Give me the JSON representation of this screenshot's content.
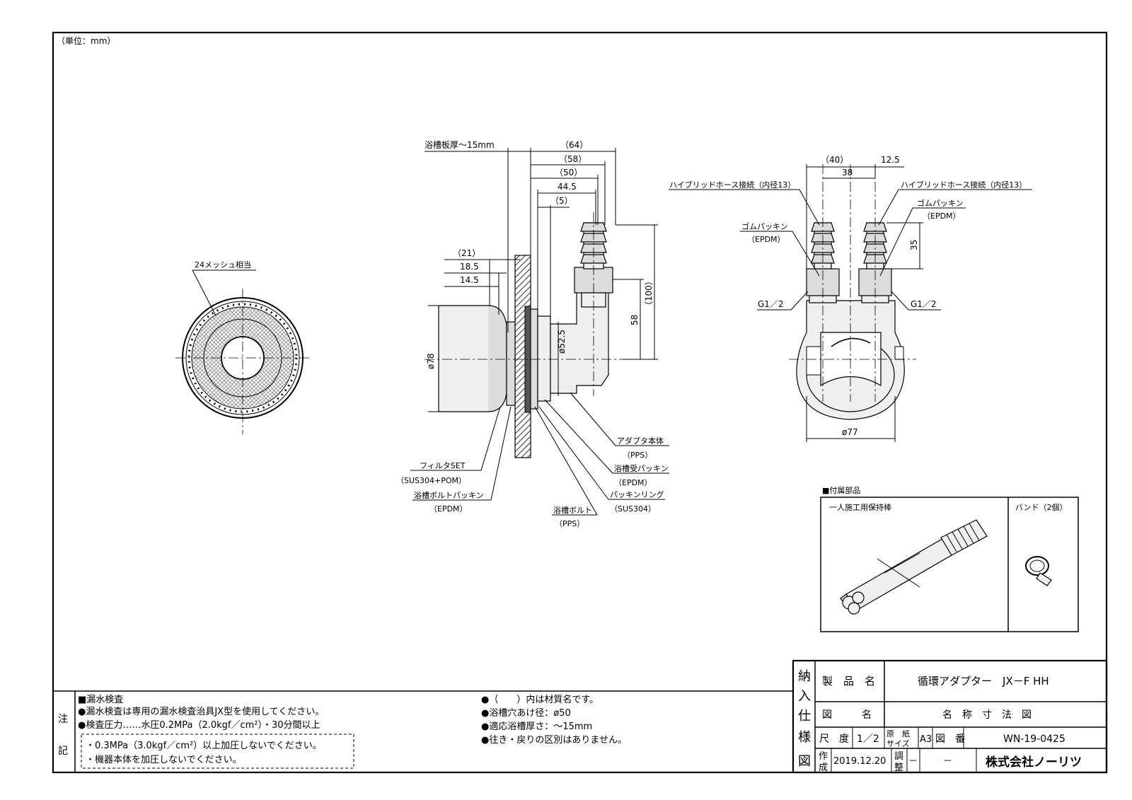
{
  "unit_label": "（単位：mm）",
  "side_view": {
    "dim_64": "（64）",
    "dim_58": "（58）",
    "dim_50": "（50）",
    "dim_44_5": "44.5",
    "dim_5": "（5）",
    "dim_21": "（21）",
    "dim_18_5": "18.5",
    "dim_14_5": "14.5",
    "dim_78": "ø78",
    "dim_52_5": "ø52.5",
    "dim_58v": "58",
    "dim_100": "（100）",
    "tub_thickness": "浴槽板厚～15mm",
    "filter_set": "フィルタSET",
    "filter_set_mat": "（SUS304+POM）",
    "bolt_packing": "浴槽ボルトパッキン",
    "bolt_packing_mat": "（EPDM）",
    "tub_bolt": "浴槽ボルト",
    "tub_bolt_mat": "（PPS）",
    "packing_ring": "パッキンリング",
    "packing_ring_mat": "（SUS304）",
    "tub_receiver": "浴槽受パッキン",
    "tub_receiver_mat": "（EPDM）",
    "adapter_body": "アダプタ本体",
    "adapter_body_mat": "（PPS）"
  },
  "front_view": {
    "mesh_label": "24メッシュ相当"
  },
  "top_view": {
    "dim_40": "（40）",
    "dim_12_5": "12.5",
    "dim_38": "38",
    "dim_35": "35",
    "dim_77": "ø77",
    "hose_left": "ハイブリッドホース接続（内径13）",
    "hose_right": "ハイブリッドホース接続（内径13）",
    "gasket_left": "ゴムパッキン",
    "gasket_left_mat": "（EPDM）",
    "gasket_right": "ゴムパッキン",
    "gasket_right_mat": "（EPDM）",
    "thread_left": "G1／2",
    "thread_right": "G1／2"
  },
  "accessories": {
    "title": "■付属部品",
    "item1": "一人施工用保持棒",
    "item2": "バンド（2個）"
  },
  "notes": {
    "side_label_1": "注",
    "side_label_2": "記",
    "heading": "■漏水検査",
    "line1": "●漏水検査は専用の漏水検査治具JX型を使用してください。",
    "line2": "●検査圧力……水圧0.2MPa（2.0kgf／cm²）・30分間以上",
    "box1": "・0.3MPa（3.0kgf／cm²）以上加圧しないでください。",
    "box2": "・機器本体を加圧しないでください。",
    "r1": "●（　　）内は材質名です。",
    "r2": "●浴槽穴あけ径：ø50",
    "r3": "●適応浴槽厚さ：～15mm",
    "r4": "●往き・戻りの区別はありません。"
  },
  "title_block": {
    "vertical": [
      "納",
      "入",
      "仕",
      "様",
      "図"
    ],
    "product_label": "製　品　名",
    "product_value": "循環アダプター　JX－F HH",
    "drawing_label": "図　　　名",
    "drawing_value": "名　称　寸　法　図",
    "scale_label": "尺　度",
    "scale_value": "1／2",
    "paper_label_1": "原　紙",
    "paper_label_2": "サイズ",
    "paper_value": "A3",
    "number_label": "図　番",
    "number_value": "WN-19-0425",
    "made_label_1": "作",
    "made_label_2": "成",
    "made_date": "2019.12.20",
    "adjust_label_1": "調",
    "adjust_label_2": "整",
    "adjust_value": "－",
    "adjust_value2": "－",
    "company": "株式会社ノーリツ"
  }
}
